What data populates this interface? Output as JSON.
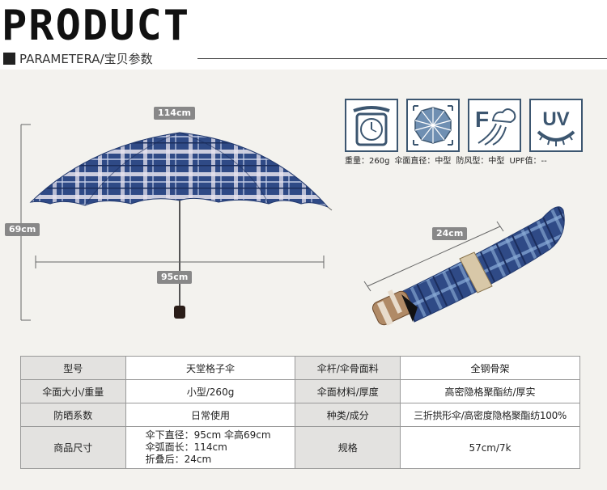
{
  "header": {
    "title": "PRODUCT",
    "subtitle": "PARAMETERA/宝贝参数"
  },
  "dimensions": {
    "arc": "114cm",
    "height": "69cm",
    "diameter": "95cm",
    "folded": "24cm"
  },
  "features": [
    {
      "icon": "scale-icon",
      "caption": "重量：260g"
    },
    {
      "icon": "umbrella-canopy-icon",
      "caption": "伞面直径：中型"
    },
    {
      "icon": "windproof-icon",
      "icon_text": "F",
      "caption": "防风型：中型"
    },
    {
      "icon": "uv-icon",
      "icon_text": "UV",
      "caption": "UPF值：--"
    }
  ],
  "colors": {
    "plaid_blue": "#2f4a86",
    "icon_blue": "#3c5670",
    "header_cell": "#e3e2e0"
  },
  "spec_table": {
    "rows": [
      {
        "k1": "型号",
        "v1": "天堂格子伞",
        "k2": "伞杆/伞骨面料",
        "v2": "全钢骨架"
      },
      {
        "k1": "伞面大小/重量",
        "v1": "小型/260g",
        "k2": "伞面材料/厚度",
        "v2": "高密隐格聚酯纺/厚实"
      },
      {
        "k1": "防晒系数",
        "v1": "日常使用",
        "k2": "种类/成分",
        "v2": "三折拱形伞/高密度隐格聚酯纺100%"
      }
    ],
    "last_row": {
      "k1": "商品尺寸",
      "v1_lines": [
        "伞下直径：95cm 伞高69cm",
        "伞弧面长：114cm",
        "折叠后：24cm"
      ],
      "k2": "规格",
      "v2": "57cm/7k"
    }
  }
}
